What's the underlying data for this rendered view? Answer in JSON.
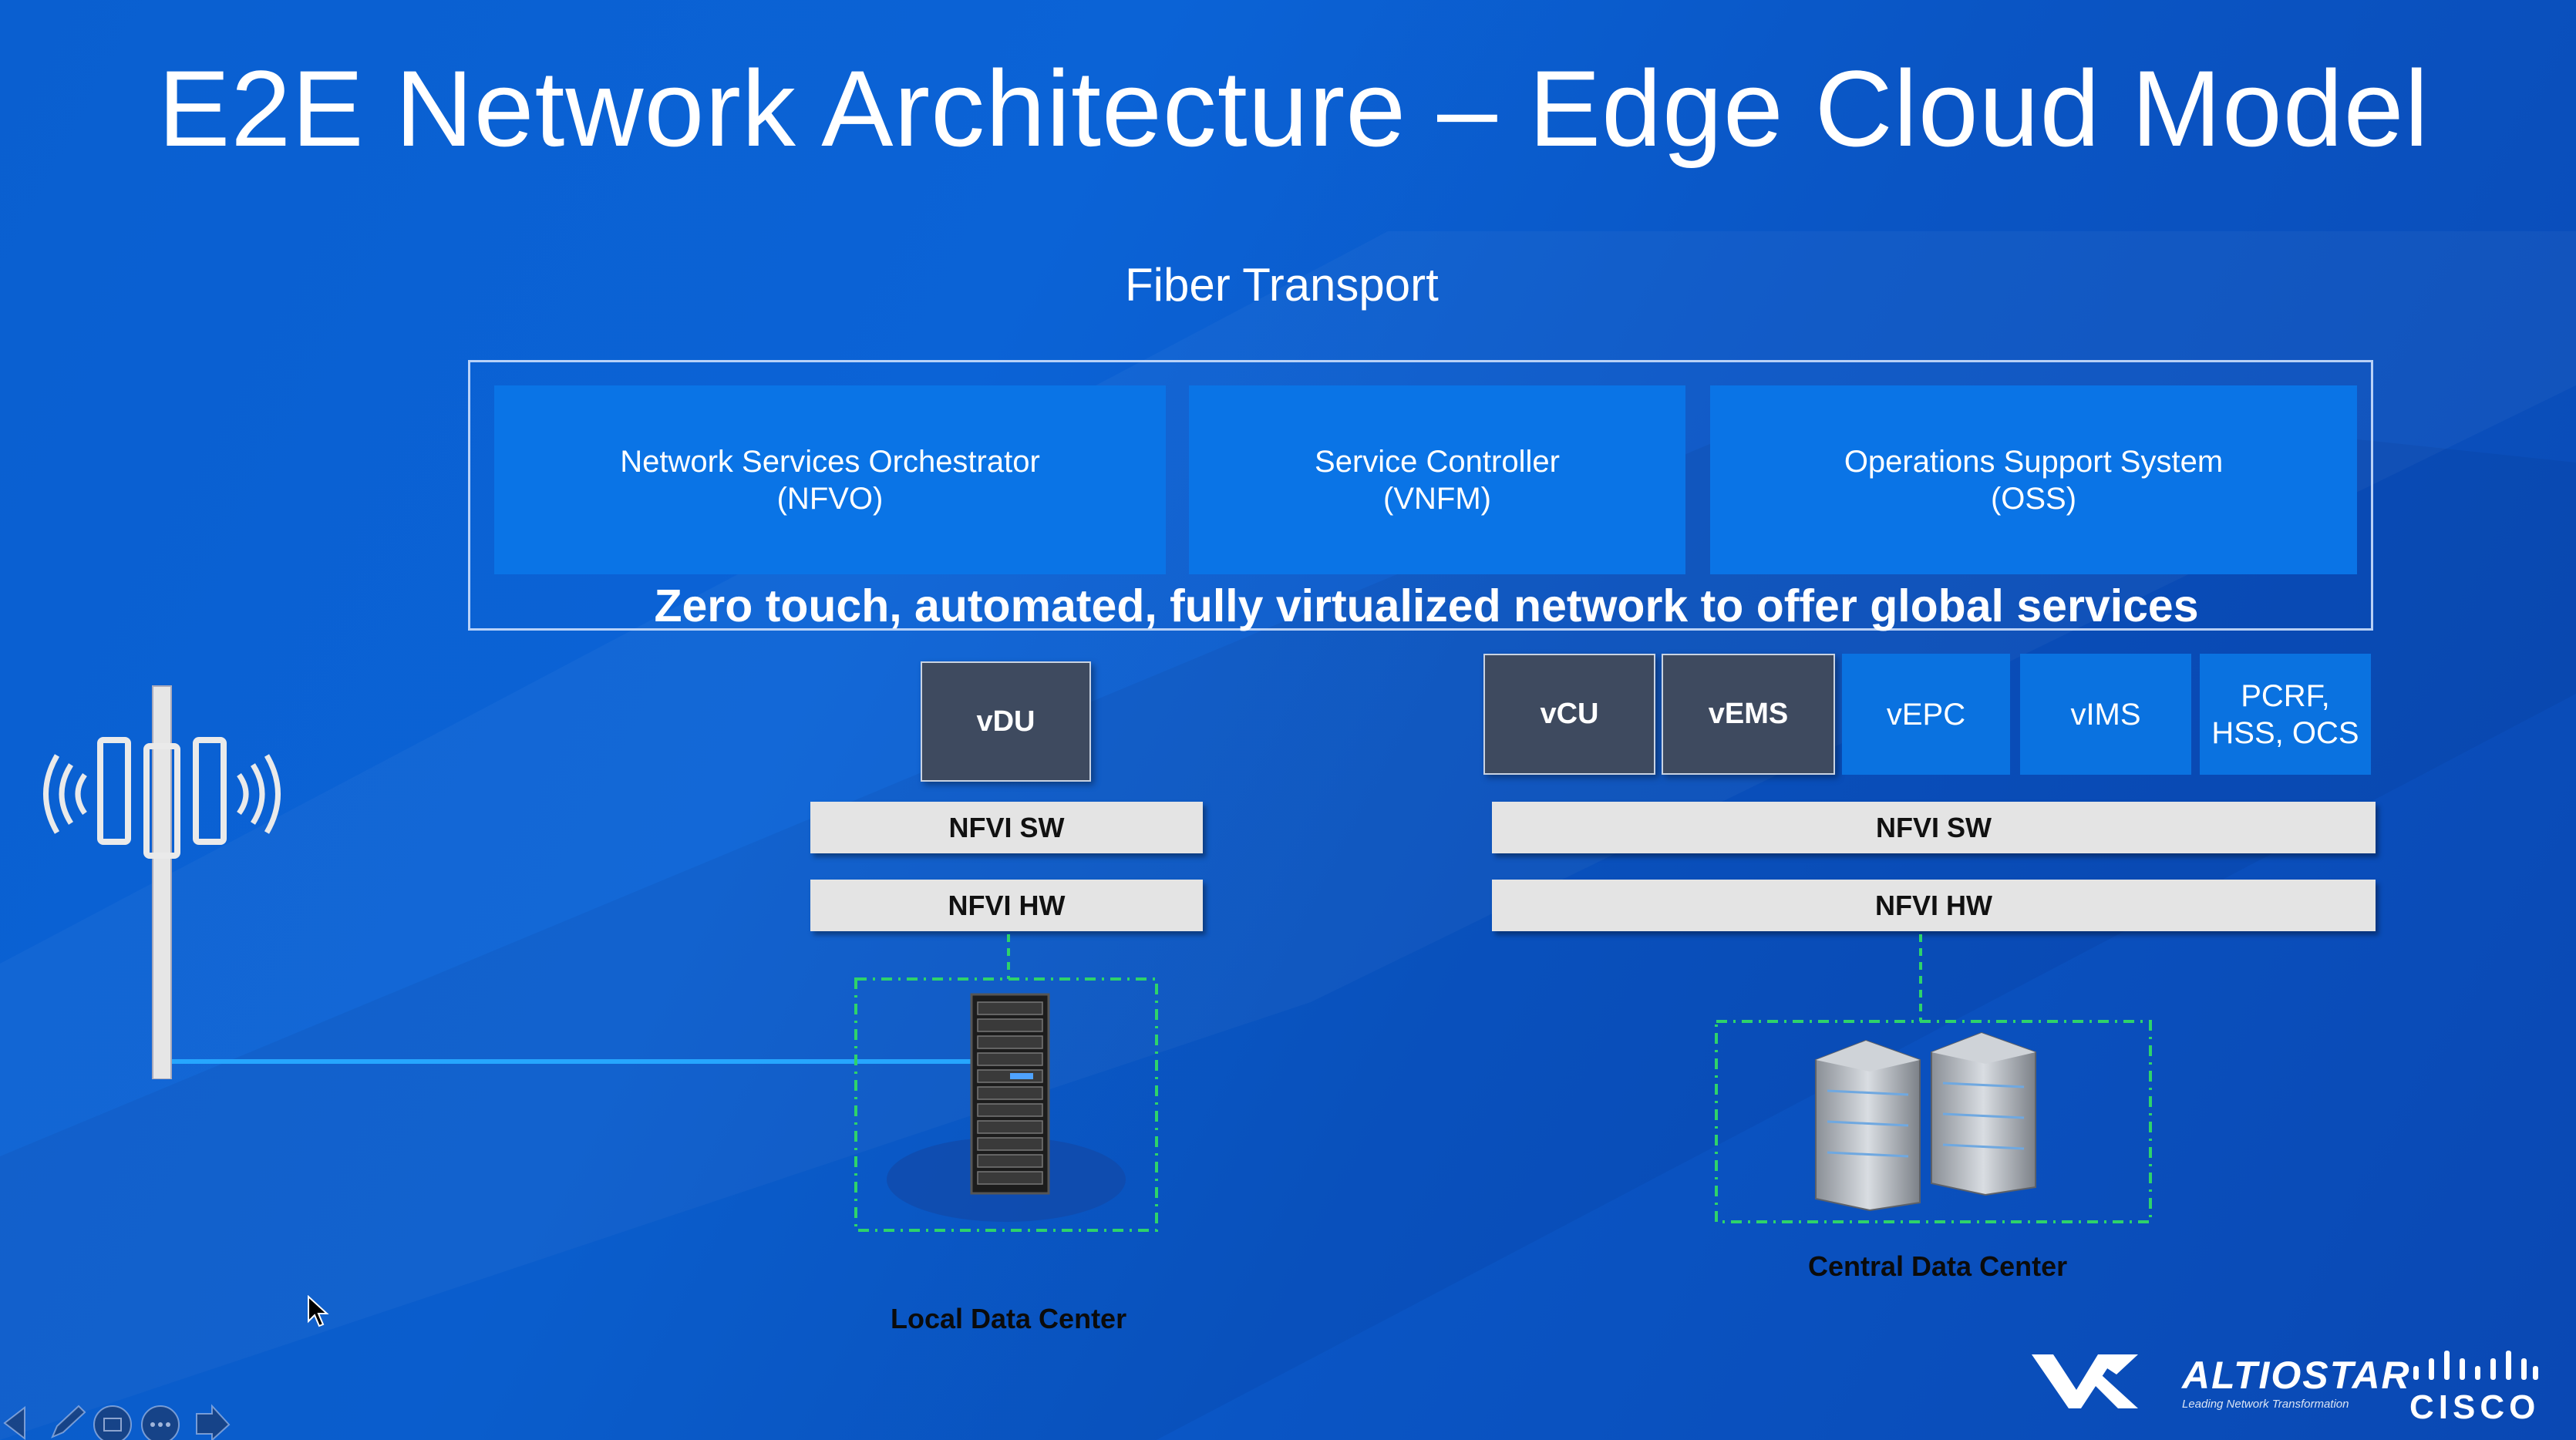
{
  "slide": {
    "title": "E2E Network Architecture – Edge Cloud Model",
    "transport_label": "Fiber Transport",
    "slogan": "Zero touch, automated, fully virtualized network to offer global services"
  },
  "management": [
    {
      "line1": "Network Services Orchestrator",
      "line2": "(NFVO)"
    },
    {
      "line1": "Service Controller",
      "line2": "(VNFM)"
    },
    {
      "line1": "Operations Support System",
      "line2": "(OSS)"
    }
  ],
  "local": {
    "vnf": "vDU",
    "nfvi_sw": "NFVI SW",
    "nfvi_hw": "NFVI HW",
    "label": "Local Data Center"
  },
  "central": {
    "vnfs_dark": [
      "vCU",
      "vEMS"
    ],
    "vnfs_blue": [
      "vEPC",
      "vIMS"
    ],
    "pcrf_line1": "PCRF,",
    "pcrf_line2": "HSS, OCS",
    "nfvi_sw": "NFVI SW",
    "nfvi_hw": "NFVI HW",
    "label": "Central Data Center"
  },
  "logos": {
    "altiostar": "ALTIOSTAR",
    "altiostar_tagline": "Leading Network Transformation",
    "cisco": "CISCO"
  },
  "icons": [
    "cell-tower-icon",
    "server-rack-icon",
    "server-pair-icon",
    "cursor-icon",
    "previous-slide-icon",
    "pen-icon",
    "slide-grid-icon",
    "more-options-icon",
    "next-slide-icon"
  ],
  "colors": {
    "background": "#0a5fd0",
    "box_blue": "#0a74e6",
    "vnf_dark": "#3e4a5f",
    "nfvi_grey": "#e4e4e4",
    "dashed_green": "#2ed36a"
  }
}
